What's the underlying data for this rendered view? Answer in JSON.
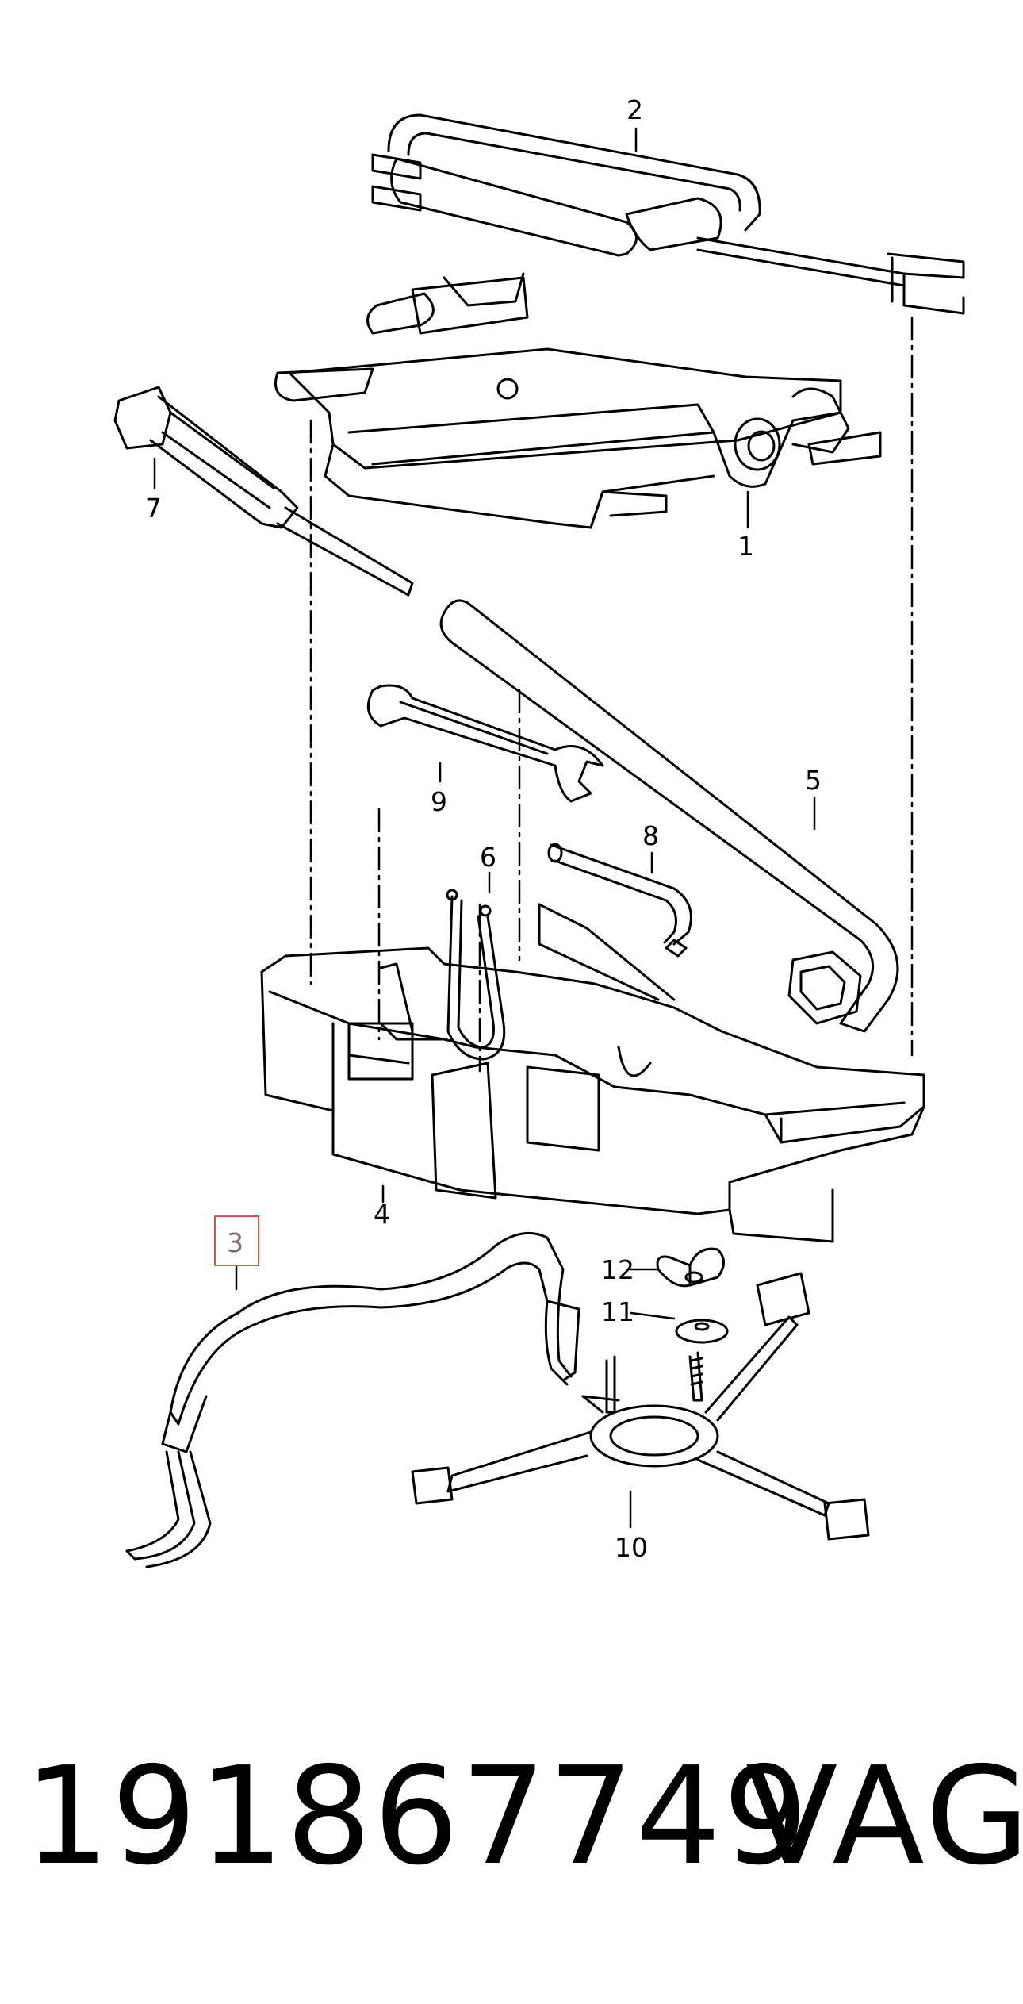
{
  "diagram": {
    "callouts": [
      "1",
      "2",
      "3",
      "4",
      "5",
      "6",
      "7",
      "8",
      "9",
      "10",
      "11",
      "12"
    ],
    "highlighted_callout": "3",
    "highlight_color": "#d9534f"
  },
  "footer": {
    "part_number": "191867749",
    "brand": "VAG"
  }
}
